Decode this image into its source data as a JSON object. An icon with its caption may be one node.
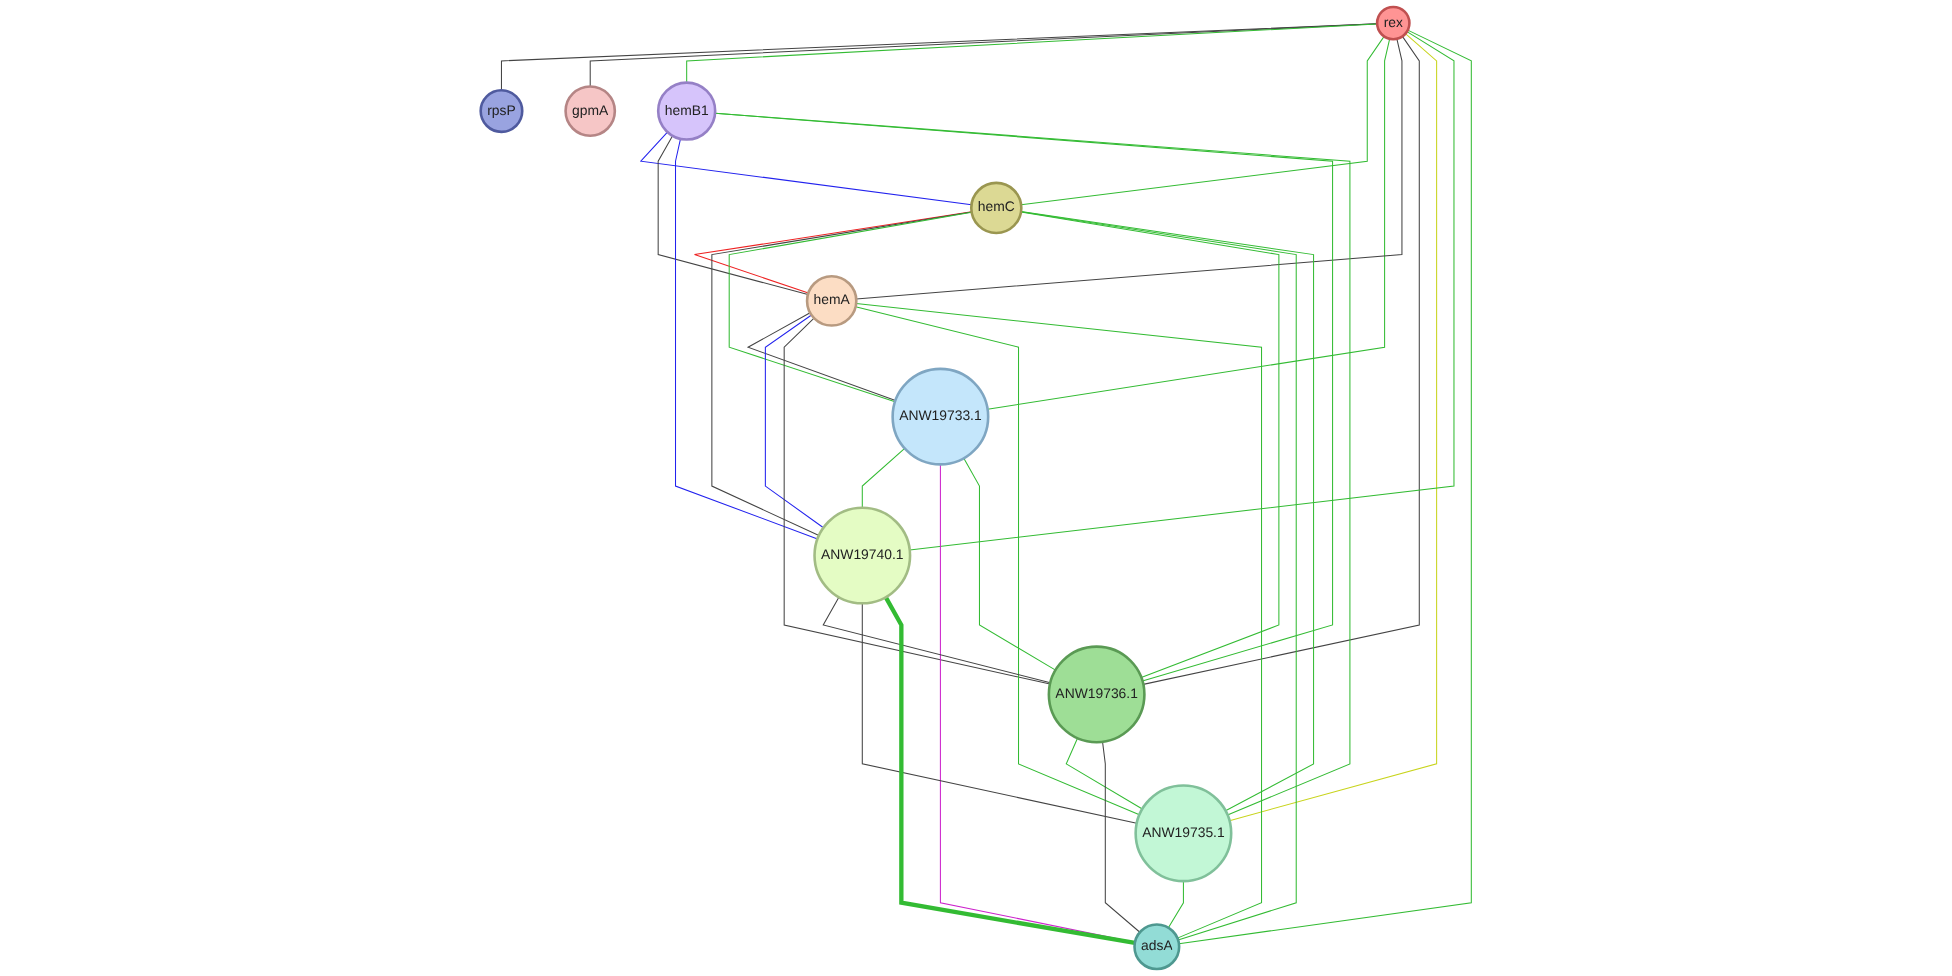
{
  "diagram": {
    "nodes": [
      {
        "text": [
          "rpsP"
        ]
      },
      {
        "text": [
          "gpmA"
        ]
      },
      {
        "text": [
          "rex"
        ]
      },
      {
        "text": [
          "hemC"
        ]
      },
      {
        "text": [
          "hemB1"
        ]
      },
      {
        "text": [
          "ANW19733.1"
        ]
      },
      {
        "text": [
          "hemA"
        ]
      },
      {
        "text": [
          "ANW19740.1"
        ]
      },
      {
        "text": [
          "ANW19736.1"
        ]
      },
      {
        "text": [
          "ANW19735.1"
        ]
      },
      {
        "text": [
          "adsA"
        ]
      }
    ],
    "edges": [
      {
        "from": 2,
        "to": 0,
        "arrow": "none",
        "color": "#444444"
      },
      {
        "from": 2,
        "to": 1,
        "arrow": "none",
        "color": "#444444"
      },
      {
        "from": 2,
        "to": 4,
        "arrow": "none"
      },
      {
        "from": 2,
        "to": 3,
        "arrow": "none"
      },
      {
        "from": 2,
        "to": 5,
        "arrow": "none"
      },
      {
        "from": 2,
        "to": 6,
        "arrow": "none",
        "color": "#444444"
      },
      {
        "from": 2,
        "to": 8,
        "arrow": "none",
        "color": "#444444"
      },
      {
        "from": 2,
        "to": 9,
        "arrow": "none",
        "color": "#c8d41c"
      },
      {
        "from": 2,
        "to": 7,
        "arrow": "none"
      },
      {
        "from": 2,
        "to": 10,
        "arrow": "none"
      },
      {
        "from": 4,
        "to": 3,
        "arrow": "none",
        "color": "#2222ee"
      },
      {
        "from": 4,
        "to": 6,
        "arrow": "none",
        "color": "#444444"
      },
      {
        "from": 4,
        "to": 7,
        "arrow": "none",
        "color": "#2222ee"
      },
      {
        "from": 4,
        "to": 8,
        "arrow": "none"
      },
      {
        "from": 4,
        "to": 9,
        "arrow": "none"
      },
      {
        "from": 3,
        "to": 6,
        "arrow": "none",
        "color": "#ee2222"
      },
      {
        "from": 3,
        "to": 7,
        "arrow": "none",
        "color": "#444444"
      },
      {
        "from": 3,
        "to": 5,
        "arrow": "none"
      },
      {
        "from": 3,
        "to": 8,
        "arrow": "none"
      },
      {
        "from": 3,
        "to": 10,
        "arrow": "none"
      },
      {
        "from": 3,
        "to": 9,
        "arrow": "none"
      },
      {
        "from": 6,
        "to": 5,
        "arrow": "none",
        "color": "#444444"
      },
      {
        "from": 6,
        "to": 7,
        "arrow": "none",
        "color": "#2222ee"
      },
      {
        "from": 6,
        "to": 8,
        "arrow": "none",
        "color": "#444444"
      },
      {
        "from": 6,
        "to": 9,
        "arrow": "none"
      },
      {
        "from": 6,
        "to": 10,
        "arrow": "none"
      },
      {
        "from": 5,
        "to": 7,
        "arrow": "none"
      },
      {
        "from": 5,
        "to": 10,
        "arrow": "none",
        "color": "#cc22cc"
      },
      {
        "from": 5,
        "to": 8,
        "arrow": "none"
      },
      {
        "from": 7,
        "to": 8,
        "arrow": "none",
        "color": "#444444"
      },
      {
        "from": 7,
        "to": 9,
        "arrow": "none",
        "color": "#444444"
      },
      {
        "from": 7,
        "to": 10,
        "arrow": "none",
        "style": "thick"
      },
      {
        "from": 8,
        "to": 9,
        "arrow": "none"
      },
      {
        "from": 8,
        "to": 10,
        "arrow": "none",
        "color": "#444444"
      },
      {
        "from": 9,
        "to": 10,
        "arrow": "none"
      }
    ]
  }
}
